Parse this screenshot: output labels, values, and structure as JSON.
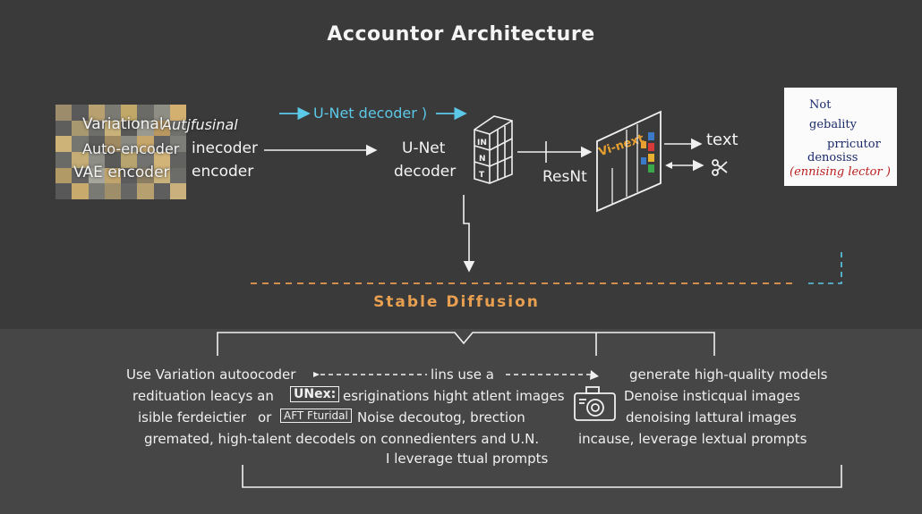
{
  "title": "Accountor Architecture",
  "vae_block": {
    "lines": [
      "Variational",
      "Autjfusinal",
      "Auto-encoder",
      "VAE encoder"
    ],
    "side": [
      "inecoder",
      "encoder"
    ],
    "mosaic_colors": [
      "#9c8c6c",
      "#5a5a5a",
      "#b8a070",
      "#7a7a72",
      "#c2a868",
      "#6a6a66",
      "#8e8e84",
      "#d4b070",
      "#5e5e5c",
      "#a89870",
      "#6e6e6a",
      "#c8b27a",
      "#585856",
      "#9a9a90",
      "#b89860",
      "#70706c",
      "#cdb377",
      "#767670",
      "#5c5c5a",
      "#a08a62",
      "#8a8a82",
      "#c6a66a",
      "#606060",
      "#7e7e78",
      "#6a6a66",
      "#c4ac74",
      "#8e8e86",
      "#5a5a58",
      "#b8a46e",
      "#727270",
      "#d2b478",
      "#626260",
      "#b29a66",
      "#626262",
      "#a6a69c",
      "#c0a46c",
      "#5c5c5c",
      "#8c7e62",
      "#c8b07a",
      "#6c6c68",
      "#585858",
      "#c8aa6c",
      "#7a7a74",
      "#9e8e6a",
      "#666664",
      "#b6a070",
      "#5e5e5e",
      "#cab07c"
    ]
  },
  "unet_top": "U-Net decoder )",
  "unet_center": [
    "U-Net",
    "decoder"
  ],
  "block_letters": [
    "IN",
    "N",
    "T"
  ],
  "resnet": "ResNt",
  "vinext": "Vi-next",
  "outputs": {
    "text": "text",
    "icon": "scissors-icon"
  },
  "note_card": [
    "Not",
    "gebality",
    "prricutor",
    "denosiss",
    "(ennising lector )"
  ],
  "stable_diffusion": "Stable Diffusion",
  "bottom": {
    "left": [
      "Use Variation autoocoder",
      "redituation leacys an",
      "isible ferdeictier",
      "gremated, high-talent decodels on connedienters and U.N."
    ],
    "dash_text": "lins use a",
    "tag1": "UNex:",
    "tag2": "AFT Fturidal",
    "or": "or",
    "mid": [
      "esriginations hight atlent images",
      "Noise decoutog, brection"
    ],
    "last": "I leverage ttual prompts",
    "right": [
      "generate high-quality models",
      "Denoise insticqual images",
      "denoising lattural images",
      "incause, leverage lextual prompts"
    ],
    "camera_icon": "camera-icon"
  },
  "colors": {
    "accent_cyan": "#5cc8e8",
    "accent_orange": "#e8a050",
    "background": "#3a3a3a"
  }
}
